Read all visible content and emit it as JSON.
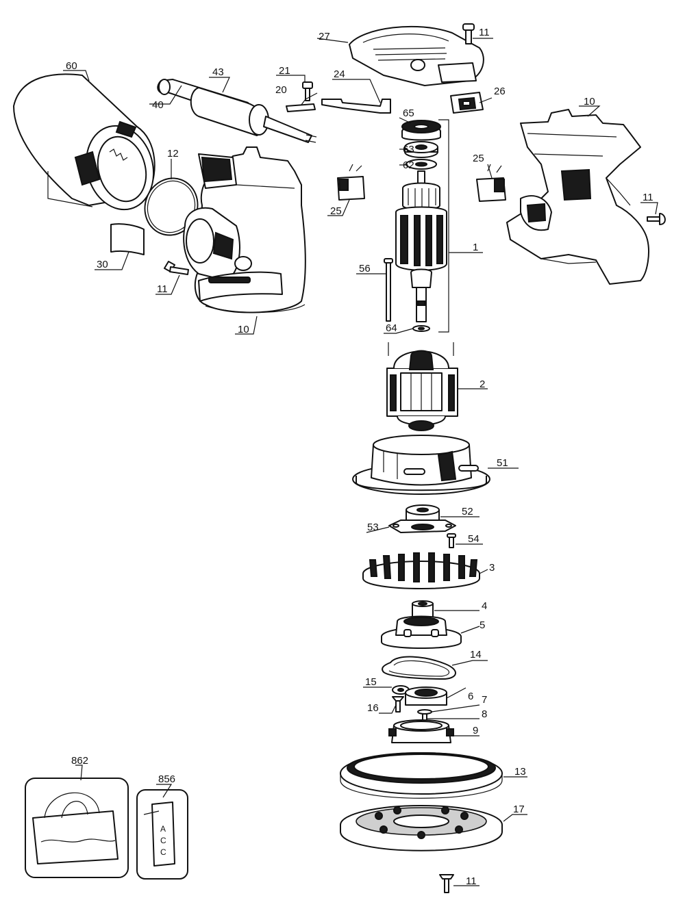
{
  "diagram": {
    "callouts": {
      "c1": "1",
      "c2": "2",
      "c3": "3",
      "c4": "4",
      "c5": "5",
      "c6": "6",
      "c7": "7",
      "c8": "8",
      "c9": "9",
      "c10a": "10",
      "c10b": "10",
      "c11a": "11",
      "c11b": "11",
      "c11c": "11",
      "c11d": "11",
      "c12": "12",
      "c13": "13",
      "c14": "14",
      "c15": "15",
      "c16": "16",
      "c17": "17",
      "c20": "20",
      "c21": "21",
      "c24": "24",
      "c25a": "25",
      "c25b": "25",
      "c26": "26",
      "c27": "27",
      "c30": "30",
      "c40": "40",
      "c43": "43",
      "c51": "51",
      "c52": "52",
      "c53": "53",
      "c54": "54",
      "c56": "56",
      "c60": "60",
      "c62": "62",
      "c63": "63",
      "c64": "64",
      "c65": "65",
      "c856": "856",
      "c862": "862"
    },
    "box_856_text": "A\nC\nC"
  }
}
